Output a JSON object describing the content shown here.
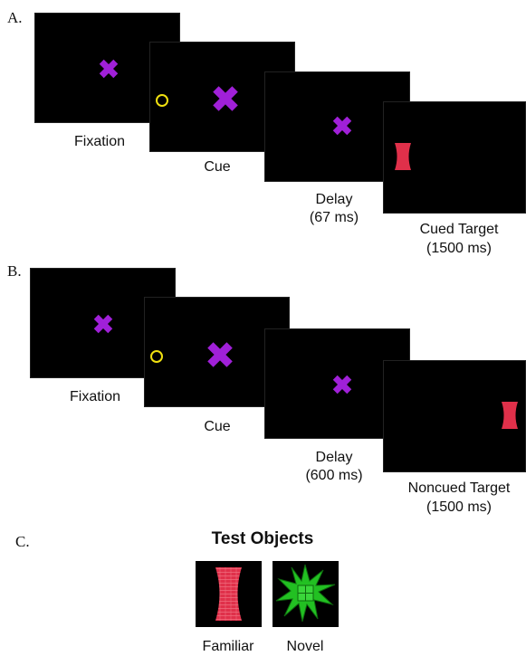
{
  "panel_a": {
    "letter": "A.",
    "screens": [
      {
        "caption_line1": "Fixation",
        "caption_line2": ""
      },
      {
        "caption_line1": "Cue",
        "caption_line2": ""
      },
      {
        "caption_line1": "Delay",
        "caption_line2": "(67 ms)"
      },
      {
        "caption_line1": "Cued Target",
        "caption_line2": "(1500 ms)"
      }
    ]
  },
  "panel_b": {
    "letter": "B.",
    "screens": [
      {
        "caption_line1": "Fixation",
        "caption_line2": ""
      },
      {
        "caption_line1": "Cue",
        "caption_line2": ""
      },
      {
        "caption_line1": "Delay",
        "caption_line2": "(600 ms)"
      },
      {
        "caption_line1": "Noncued Target",
        "caption_line2": "(1500 ms)"
      }
    ]
  },
  "panel_c": {
    "letter": "C.",
    "title": "Test Objects",
    "objects": [
      {
        "label": "Familiar"
      },
      {
        "label": "Novel"
      }
    ]
  },
  "colors": {
    "screen_bg": "#000000",
    "fixation_cross": "#a020d8",
    "cue_ring": "#f0e010",
    "familiar_object": "#e0304a",
    "novel_object": "#22c022"
  }
}
